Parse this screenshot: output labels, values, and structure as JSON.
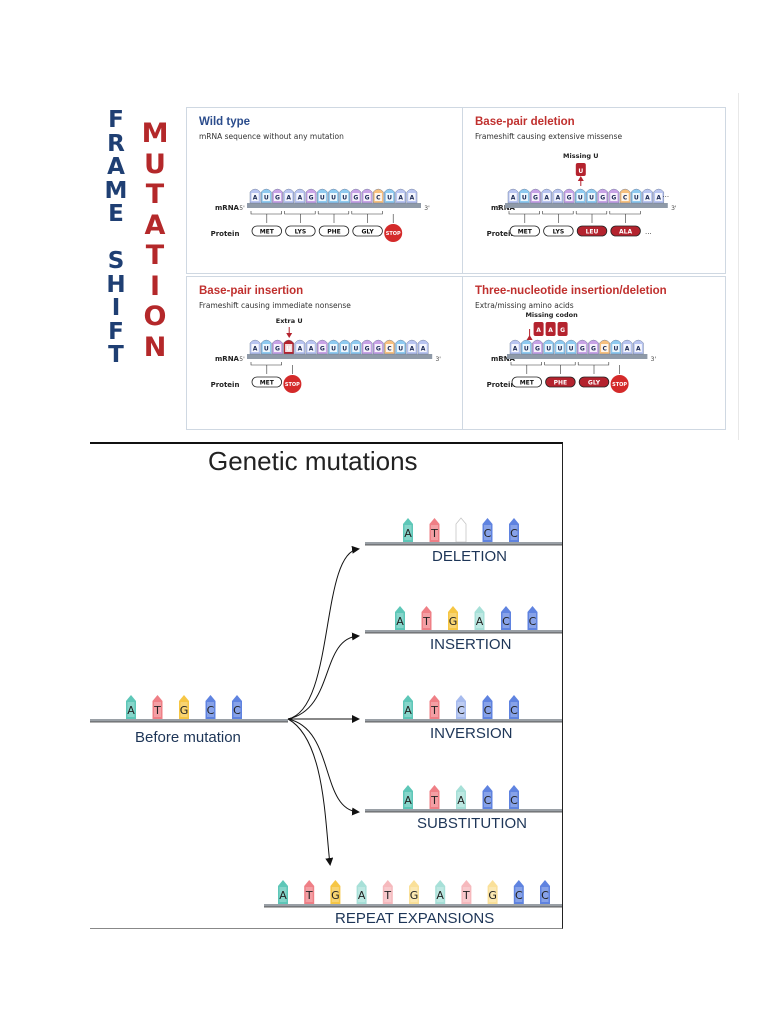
{
  "frameshift": {
    "side_letters": [
      "F",
      "R",
      "A",
      "M",
      "E",
      "",
      "S",
      "H",
      "I",
      "F",
      "T"
    ],
    "mutation_letters": [
      "M",
      "U",
      "T",
      "A",
      "T",
      "I",
      "O",
      "N"
    ],
    "panels": [
      {
        "title": "Wild type",
        "subtitle": "mRNA sequence without any mutation",
        "annotation": "",
        "bases": [
          "A",
          "U",
          "G",
          "A",
          "A",
          "G",
          "U",
          "U",
          "U",
          "G",
          "G",
          "C",
          "U",
          "A",
          "A"
        ],
        "codons": [
          "MET",
          "LYS",
          "PHE",
          "GLY"
        ],
        "stop": "STOP",
        "ellipsis": ""
      },
      {
        "title": "Base-pair deletion",
        "subtitle": "Frameshift causing extensive missense",
        "annotation": "Missing U",
        "annotation_base": "U",
        "bases": [
          "A",
          "U",
          "G",
          "A",
          "A",
          "G",
          "U",
          "U",
          "G",
          "G",
          "C",
          "U",
          "A",
          "A"
        ],
        "codons": [
          "MET",
          "LYS",
          "LEU",
          "ALA"
        ],
        "stop": "",
        "ellipsis": "..."
      },
      {
        "title": "Base-pair insertion",
        "subtitle": "Frameshift causing immediate nonsense",
        "annotation": "Extra U",
        "bases": [
          "A",
          "U",
          "G",
          "U",
          "A",
          "A",
          "G",
          "U",
          "U",
          "U",
          "G",
          "G",
          "C",
          "U",
          "A",
          "A"
        ],
        "codons": [
          "MET"
        ],
        "stop": "STOP",
        "ellipsis": ""
      },
      {
        "title": "Three-nucleotide insertion/deletion",
        "subtitle": "Extra/missing amino acids",
        "annotation": "Missing codon",
        "annotation_bases": [
          "A",
          "A",
          "G"
        ],
        "bases": [
          "A",
          "U",
          "G",
          "U",
          "U",
          "U",
          "G",
          "G",
          "C",
          "U",
          "A",
          "A"
        ],
        "codons": [
          "MET",
          "PHE",
          "GLY"
        ],
        "stop": "STOP",
        "ellipsis": ""
      }
    ],
    "labels": {
      "mrna": "mRNA",
      "protein": "Protein",
      "five_prime": "5'",
      "three_prime": "3'"
    },
    "colors": {
      "title": "#c0302e",
      "wild_title": "#2b4c8c",
      "A": "#b8c4f0",
      "U": "#8ecaf0",
      "G": "#c7a2e6",
      "C": "#f7c07e",
      "mutant": "#b4232e"
    }
  },
  "genetic": {
    "title": "Genetic mutations",
    "before_label": "Before mutation",
    "before": [
      "A",
      "T",
      "G",
      "C",
      "C"
    ],
    "outcomes": [
      {
        "label": "DELETION",
        "bases": [
          "A",
          "T",
          "",
          "C",
          "C"
        ]
      },
      {
        "label": "INSERTION",
        "bases": [
          "A",
          "T",
          "G",
          "A",
          "C",
          "C"
        ]
      },
      {
        "label": "INVERSION",
        "bases": [
          "A",
          "T",
          "C",
          "C",
          "C"
        ]
      },
      {
        "label": "SUBSTITUTION",
        "bases": [
          "A",
          "T",
          "A",
          "C",
          "C"
        ]
      },
      {
        "label": "REPEAT EXPANSIONS",
        "bases": [
          "A",
          "T",
          "G",
          "A",
          "T",
          "G",
          "A",
          "T",
          "G",
          "C",
          "C"
        ]
      }
    ],
    "colors": {
      "A": "#5ec7b8",
      "T": "#ef7f86",
      "G": "#f6c645",
      "C": "#5f83e0",
      "empty": "#ffffff"
    }
  }
}
